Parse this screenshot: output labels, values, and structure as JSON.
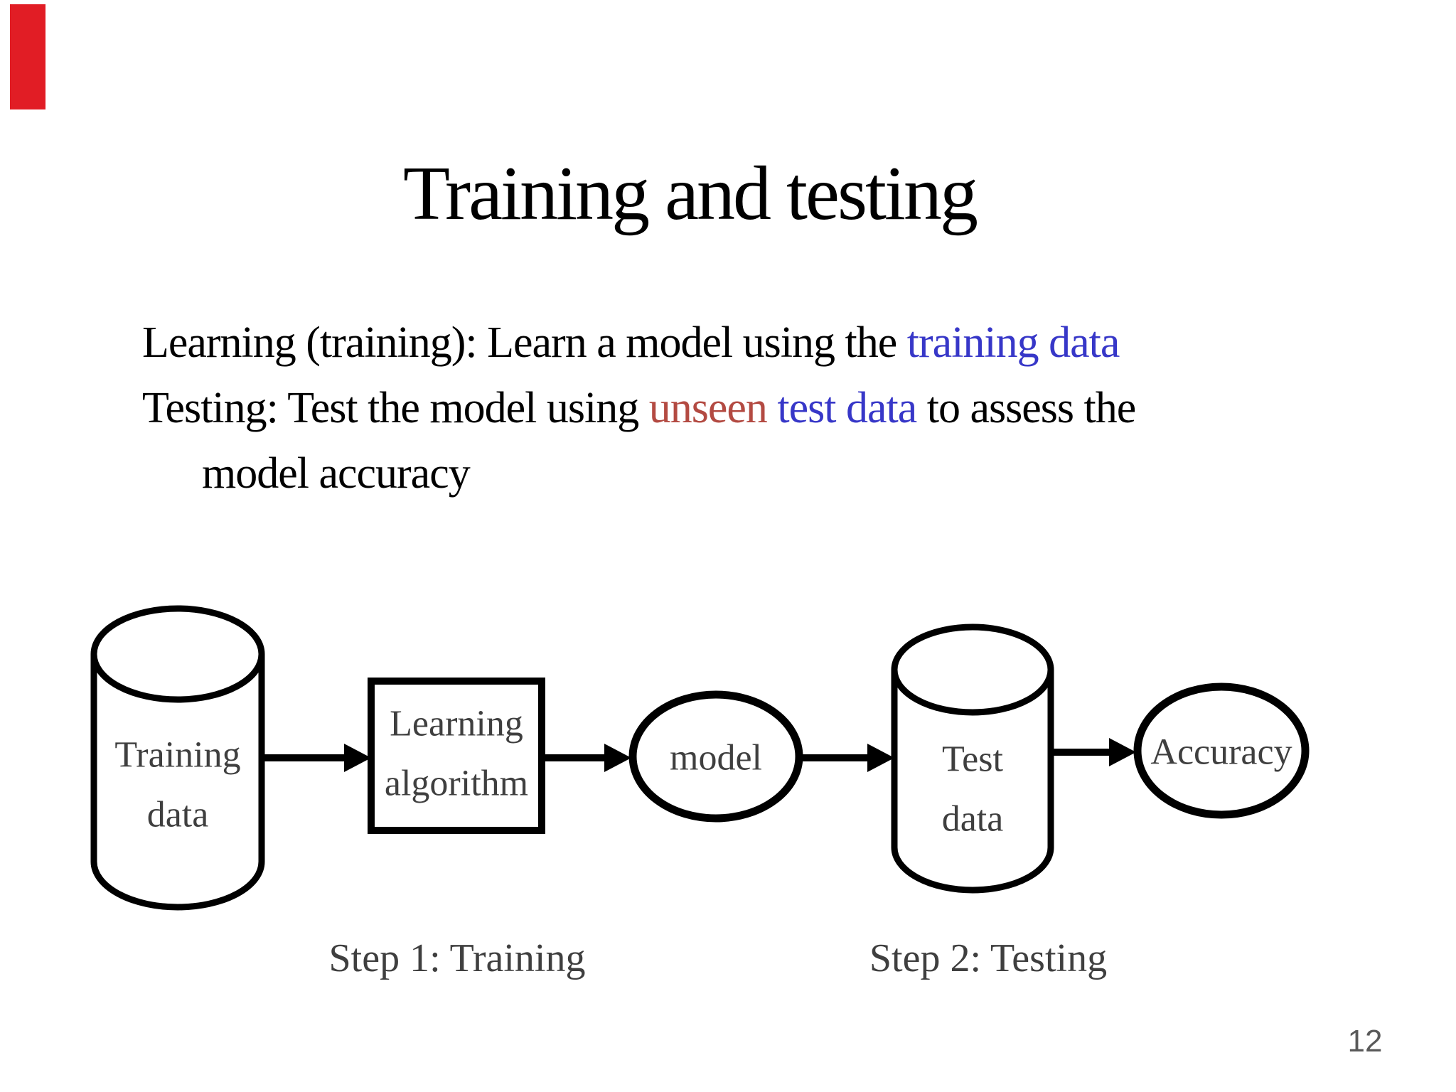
{
  "slide": {
    "title": "Training and testing",
    "page_number": "12",
    "colors": {
      "accent_blue": "#3737c8",
      "accent_red": "#b34a42",
      "body_text": "#000000",
      "node_text": "#3f3f3f",
      "step_caption_gray": "#4f4f4f",
      "page_number_gray": "#595959",
      "red_marker": "#e11d25"
    },
    "body": {
      "line1_prefix": "Learning (training): Learn a model using the ",
      "line1_highlight_blue": "training data",
      "line2_prefix": "Testing: Test the model using ",
      "line2_highlight_red": "unseen",
      "line2_sep": " ",
      "line2_highlight_blue": "test data",
      "line2_suffix": " to assess the",
      "line3": "model accuracy"
    },
    "diagram": {
      "nodes": {
        "training_data": {
          "shape": "cylinder",
          "line1": "Training",
          "line2": "data"
        },
        "learning_algorithm": {
          "shape": "rectangle",
          "line1": "Learning",
          "line2": "algorithm"
        },
        "model": {
          "shape": "ellipse",
          "label": "model"
        },
        "test_data": {
          "shape": "cylinder",
          "line1": "Test",
          "line2": "data"
        },
        "accuracy": {
          "shape": "ellipse",
          "label": "Accuracy"
        }
      },
      "captions": {
        "step1": "Step 1: Training",
        "step2": "Step 2: Testing"
      }
    }
  }
}
